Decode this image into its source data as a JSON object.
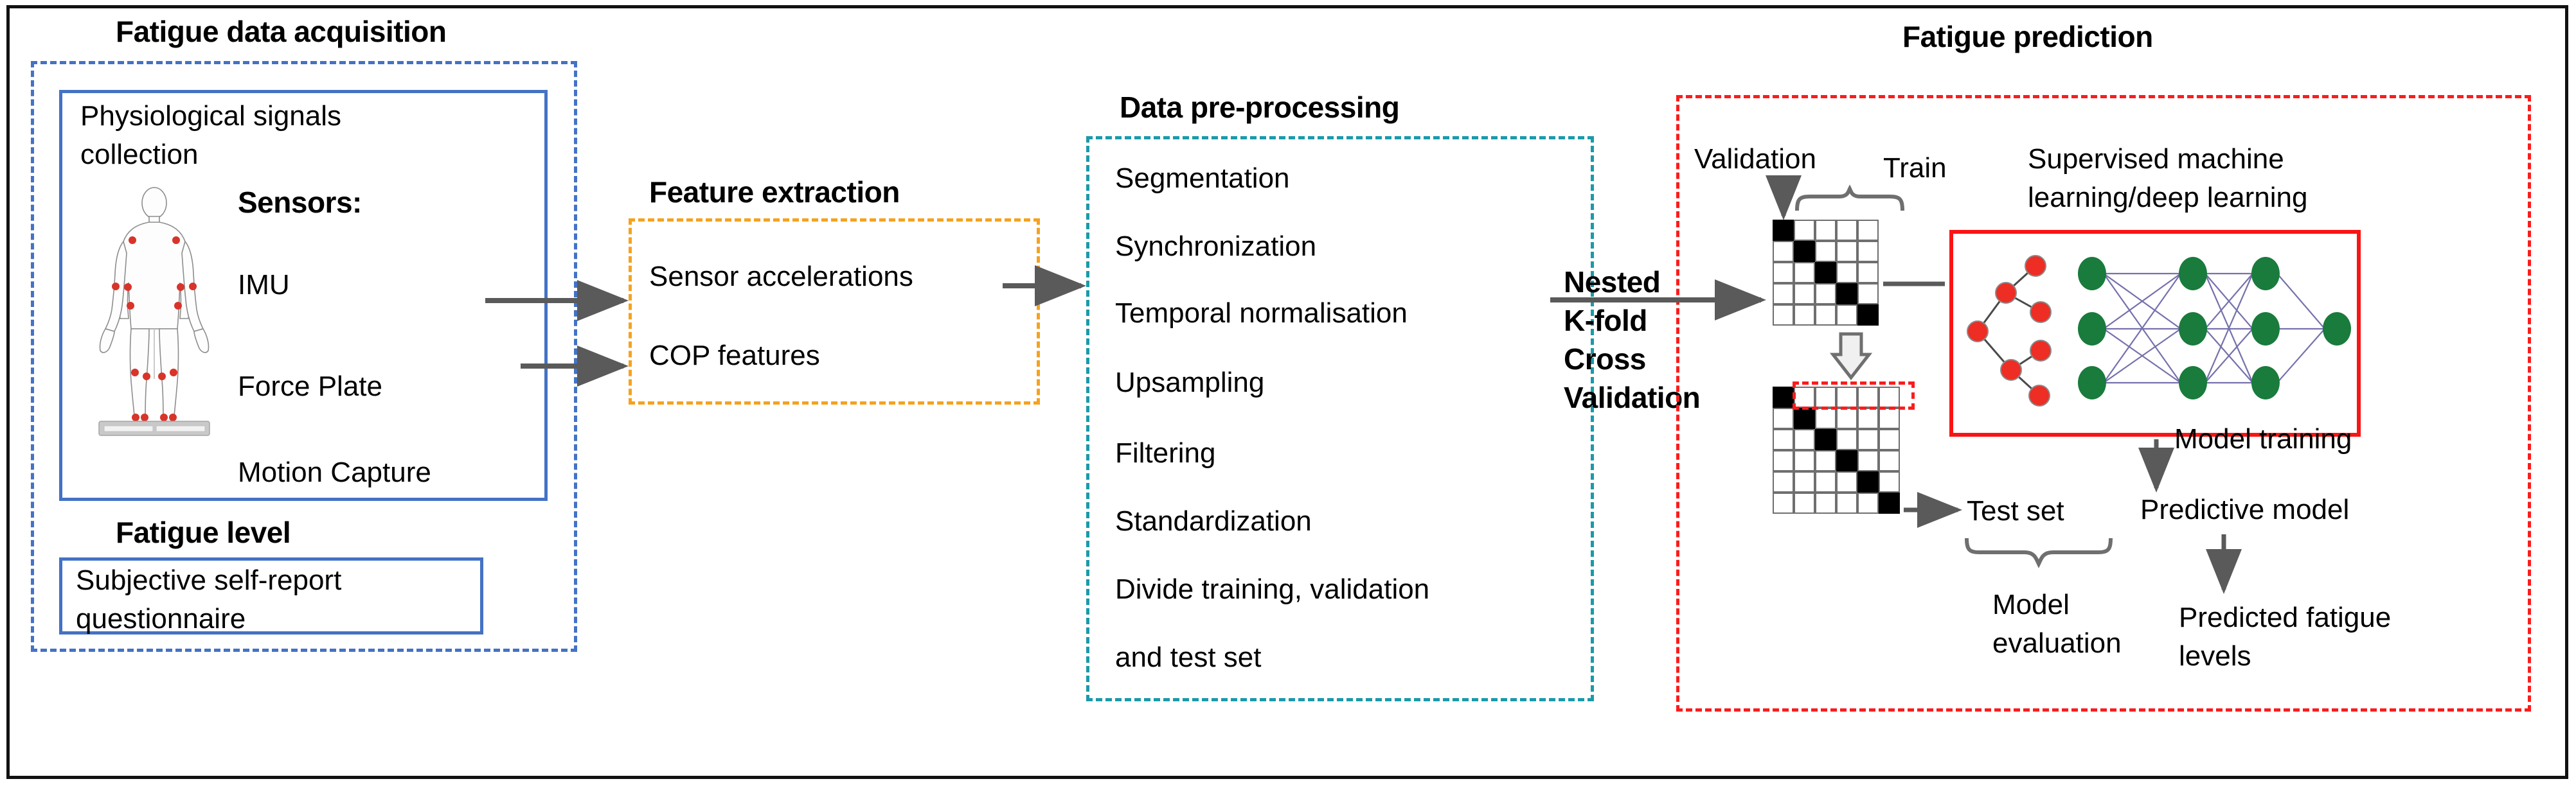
{
  "figure": {
    "title": "Fatigue prediction pipeline",
    "type": "flow-diagram"
  },
  "colors": {
    "acquisition_border": "#4472c4",
    "feature_border": "#f5a21e",
    "preprocessing_border": "#1b9aaa",
    "prediction_border": "#fc1c1c",
    "model_box_border": "#fb1414",
    "arrow": "#5a5a5a",
    "tree_node": "#ee2d24",
    "nn_node": "#197b3c",
    "nn_edge": "#6e6aa8",
    "grid_line": "#6f6f6f",
    "grid_fill": "#000000",
    "frame": "#111111"
  },
  "stage1": {
    "title": "Fatigue data acquisition",
    "subsection1": {
      "heading_line1": "Physiological signals",
      "heading_line2": "collection",
      "sensors_label": "Sensors:",
      "sensors": [
        "IMU",
        "Force Plate",
        "Motion Capture"
      ],
      "figure_icon": "human-body-with-imu-sensors-on-force-plate"
    },
    "subsection2": {
      "title": "Fatigue level",
      "box_line1": "Subjective self-report",
      "box_line2": "questionnaire"
    }
  },
  "stage2": {
    "title": "Feature extraction",
    "items": [
      "Sensor accelerations",
      "COP features"
    ]
  },
  "stage3": {
    "title": "Data pre-processing",
    "items": [
      "Segmentation",
      "Synchronization",
      "Temporal normalisation",
      "Upsampling",
      "Filtering",
      "Standardization",
      "Divide training, validation",
      "and test set"
    ]
  },
  "connector": {
    "label_lines": [
      "Nested",
      "K-fold",
      "Cross",
      "Validation"
    ]
  },
  "stage4": {
    "title": "Fatigue prediction",
    "validation_label": "Validation",
    "train_label": "Train",
    "model_heading_line1": "Supervised machine",
    "model_heading_line2": "learning/deep learning",
    "model_icons": [
      "decision-tree-icon",
      "neural-network-icon"
    ],
    "inner_grid": {
      "rows": 5,
      "cols": 5,
      "diagonal_filled": true,
      "name": "inner-fold-grid"
    },
    "outer_grid": {
      "rows": 6,
      "cols": 6,
      "diagonal_filled": true,
      "name": "outer-fold-grid"
    },
    "test_set_label": "Test set",
    "model_training_label": "Model training",
    "predictive_model_label": "Predictive model",
    "model_evaluation_line1": "Model",
    "model_evaluation_line2": "evaluation",
    "predicted_line1": "Predicted fatigue",
    "predicted_line2": "levels"
  },
  "neural_network": {
    "layers": [
      3,
      3,
      3,
      1
    ],
    "node_color": "#197b3c"
  },
  "decision_tree": {
    "nodes": 7,
    "node_color": "#ee2d24"
  }
}
